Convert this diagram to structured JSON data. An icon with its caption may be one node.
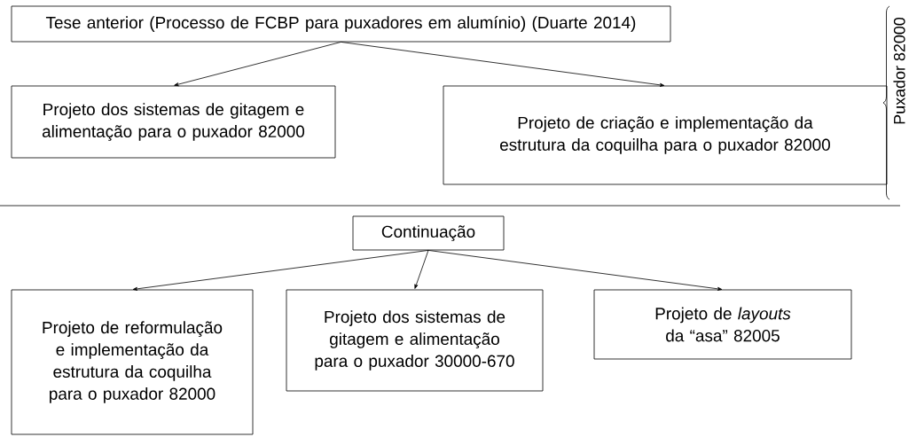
{
  "diagram": {
    "nodes": [
      {
        "text": [
          "Tese anterior (Processo de FCBP para puxadores em alumínio) (Duarte 2014)"
        ]
      },
      {
        "text": [
          "Projeto dos sistemas de gitagem e alimentação para o puxador 82000"
        ]
      },
      {
        "text": [
          "Projeto de criação e implementação da estrutura da coquilha para o puxador 82000"
        ]
      },
      {
        "text": [
          "Continuação"
        ]
      },
      {
        "text": [
          "Projeto de reformulação e implementação da estrutura da coquilha para o puxador 82000"
        ]
      },
      {
        "text": [
          "Projeto dos sistemas de gitagem e alimentação para o puxador 30000-670"
        ]
      },
      {
        "text": [
          "Projeto de *layouts* da “asa” 82005"
        ]
      }
    ],
    "edges": [
      {
        "from": 0,
        "to": 1,
        "arrow": "to"
      },
      {
        "from": 0,
        "to": 2,
        "arrow": "to"
      },
      {
        "from": 3,
        "to": 4,
        "arrow": "to"
      },
      {
        "from": 3,
        "to": 5,
        "arrow": "to"
      },
      {
        "from": 3,
        "to": 6,
        "arrow": "to"
      }
    ],
    "labels": [
      "Puxador 82000"
    ]
  }
}
